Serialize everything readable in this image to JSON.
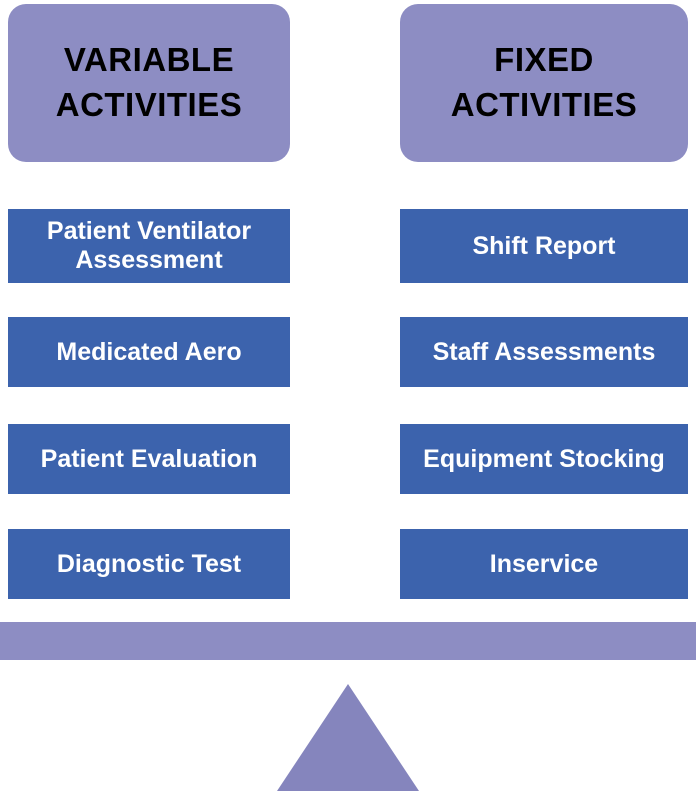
{
  "diagram": {
    "title_semantic": "Balance of variable vs fixed activities",
    "columns": [
      {
        "title": "VARIABLE ACTIVITIES",
        "items": [
          "Patient Ventilator Assessment",
          "Medicated Aero",
          "Patient Evaluation",
          "Diagnostic Test"
        ]
      },
      {
        "title": "FIXED ACTIVITIES",
        "items": [
          "Shift Report",
          "Staff Assessments",
          "Equipment Stocking",
          "Inservice"
        ]
      }
    ],
    "colors": {
      "header_bg": "#8d8dc3",
      "item_bg": "#3c63ad",
      "beam": "#8d8dc3",
      "fulcrum": "#8585bd",
      "header_text": "#000000",
      "item_text": "#ffffff",
      "background": "#ffffff"
    }
  }
}
